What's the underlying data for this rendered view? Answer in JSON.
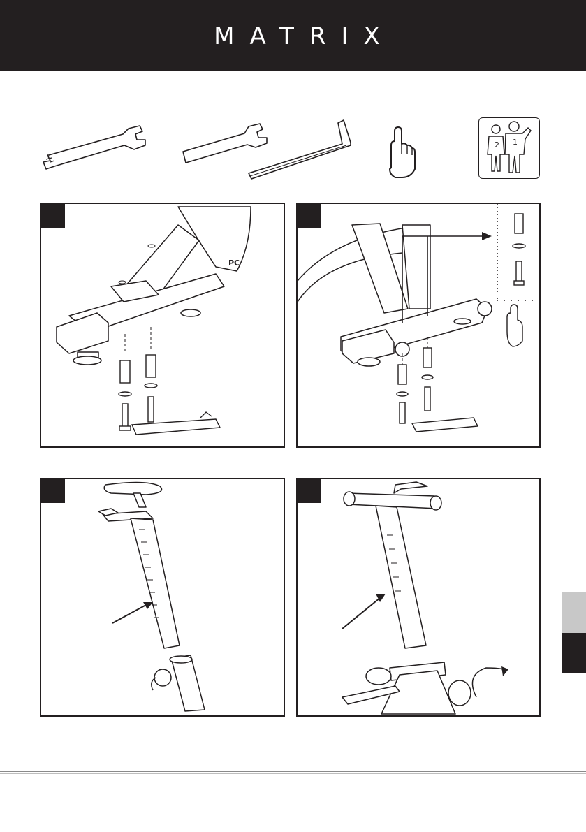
{
  "header": {
    "brand": "MATRIX",
    "background": "#231f20",
    "text_color": "#ffffff"
  },
  "tools": [
    {
      "name": "open-end-wrench",
      "icon": "wrench-icon"
    },
    {
      "name": "wrench-and-hex-key",
      "icon": "wrench-icon"
    },
    {
      "name": "hex-key",
      "icon": "hex-key-icon"
    },
    {
      "name": "hand-tighten",
      "icon": "pointing-hand-icon"
    },
    {
      "name": "two-person-lift",
      "icon": "two-people-icon",
      "labels": [
        "2",
        "1"
      ]
    }
  ],
  "panels": [
    {
      "id": 1,
      "label_on_frame": "PC"
    },
    {
      "id": 2
    },
    {
      "id": 3
    },
    {
      "id": 4
    }
  ],
  "side_tabs": {
    "light": "#c8c8c8",
    "dark": "#231f20"
  }
}
